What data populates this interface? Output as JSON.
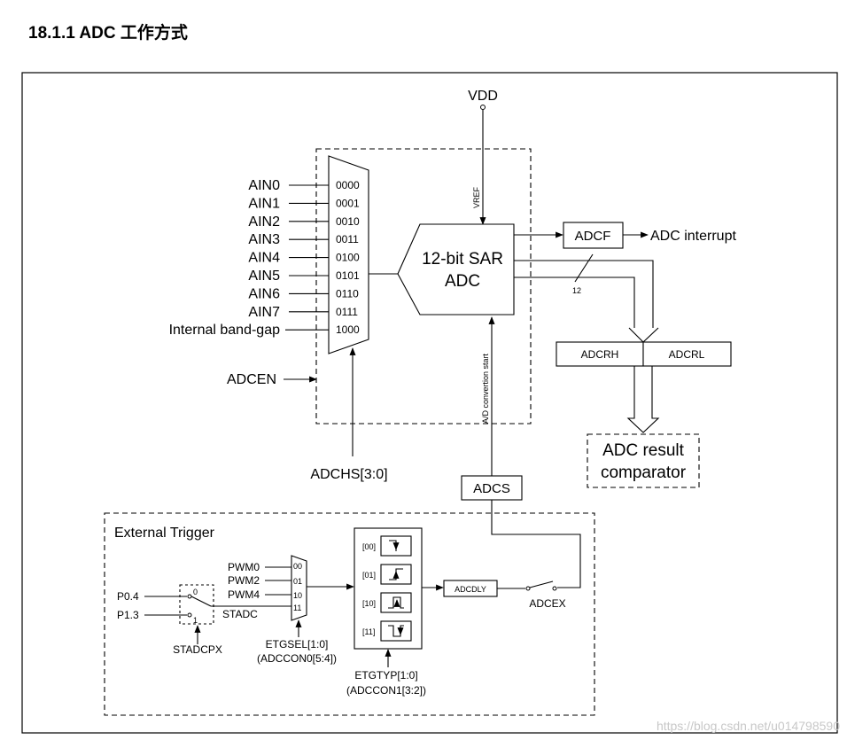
{
  "heading": "18.1.1 ADC 工作方式",
  "vdd": "VDD",
  "vref": "VREF",
  "analog_inputs": [
    "AIN0",
    "AIN1",
    "AIN2",
    "AIN3",
    "AIN4",
    "AIN5",
    "AIN6",
    "AIN7",
    "Internal band-gap"
  ],
  "mux_codes": [
    "0000",
    "0001",
    "0010",
    "0011",
    "0100",
    "0101",
    "0110",
    "0111",
    "1000"
  ],
  "adcen": "ADCEN",
  "adchs": "ADCHS[3:0]",
  "sar_line1": "12-bit SAR",
  "sar_line2": "ADC",
  "adcf": "ADCF",
  "adc_interrupt": "ADC interrupt",
  "bus_width": "12",
  "adcrh": "ADCRH",
  "adcrl": "ADCRL",
  "result_line1": "ADC result",
  "result_line2": "comparator",
  "conversion_start": "A/D convertion start",
  "adcs": "ADCS",
  "external_trigger": "External Trigger",
  "pins": [
    "P0.4",
    "P1.3"
  ],
  "switch_pos": [
    "0",
    "1"
  ],
  "stadcpx": "STADCPX",
  "trigger_sources": [
    "PWM0",
    "PWM2",
    "PWM4",
    "STADC"
  ],
  "trigger_codes": [
    "00",
    "01",
    "10",
    "11"
  ],
  "etgsel": "ETGSEL[1:0]",
  "etgsel_reg": "(ADCCON0[5:4])",
  "edge_codes": [
    "[00]",
    "[01]",
    "[10]",
    "[11]"
  ],
  "etgtyp": "ETGTYP[1:0]",
  "etgtyp_reg": "(ADCCON1[3:2])",
  "adcdly": "ADCDLY",
  "adcex": "ADCEX",
  "watermark": "https://blog.csdn.net/u014798590"
}
